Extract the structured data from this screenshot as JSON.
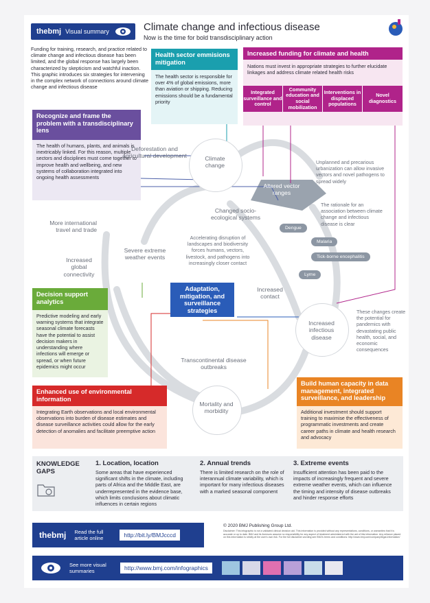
{
  "header": {
    "brand": "thebmj",
    "visual_summary": "Visual summary",
    "title": "Climate change and infectious disease",
    "subtitle": "Now is the time for bold transdisciplinary action"
  },
  "intro": "Funding for training, research, and practice related to climate change and infectious disease has been limited, and the global response has largely been characterized by skepticism and watchful inaction. This graphic introduces six strategies for intervening in the complex network of connections around climate change and infectious disease",
  "health_sector": {
    "title": "Health sector emmisions mitigation",
    "body": "The health sector is responsible for over 4% of global emissions, more than aviation or shipping. Reducing emissions should be a fundamental priority"
  },
  "funding": {
    "title": "Increased funding for climate and health",
    "body": "Nations must invest in appropriate strategies to further elucidate linkages and address climate related health risks",
    "items": [
      "Integrated surveillance and control",
      "Community education and social mobilization",
      "Interventions in displaced populations",
      "Novel diagnostics"
    ]
  },
  "recognize": {
    "title": "Recognize and frame the problem with a transdisciplinary lens",
    "body": "The health of humans, plants, and animals is inextricably linked. For this reason, multiple sectors and disciplines must come together to improve health and wellbeing, and new systems of collaboration integrated into ongoing health assessments"
  },
  "diagram": {
    "deforestation": "Deforestation and agricultural development",
    "climate_change": "Climate change",
    "urbanization": "Unplanned and precarious urbanization can allow invasive vectors and novel pathogens to spread widely",
    "altered_vector": "Altered vector ranges",
    "changed_socio": "Changed socio-ecological systems",
    "more_travel": "More international travel and trade",
    "severe_weather": "Severe extreme weather events",
    "increased_connectivity": "Increased global connectivity",
    "accelerating": "Accelerating disruption of landscapes and biodiversity forces humans, vectors, livestock, and pathogens into increasingly closer contact",
    "increased_contact": "Increased contact",
    "rationale": "The rationale for an association between climate change and infectious disease is clear",
    "diseases": [
      "Dengue",
      "Malaria",
      "Tick-borne encephalitis",
      "Lyme"
    ],
    "increased_disease": "Increased infectious disease",
    "changes_text": "These changes create the potential for pandemics with devastating public health, social, and economic consequences",
    "transcontinental": "Transcontinental disease outbreaks",
    "mortality": "Mortality and morbidity"
  },
  "adaptation": {
    "title": "Adaptation, mitigation, and surveillance strategies"
  },
  "decision": {
    "title": "Decision support analytics",
    "body": "Predictive modeling and early warning systems that integrate seasonal climate forecasts have the potential to assist decision makers in understanding where infections will emerge or spread, or when future epidemics might occur"
  },
  "enhanced": {
    "title": "Enhanced use of environmental information",
    "body": "Integrating Earth observations and local environmental observations into burden of disease estimates and disease surveillance activities could allow for the early detection of anomalies and facilitate preemptive action"
  },
  "capacity": {
    "title": "Build human capacity in data management, integrated surveillance, and leadership",
    "body": "Additional investment should support training to maximise the effectiveness of programmatic investments and create career paths in climate and health research and advocacy"
  },
  "gaps": {
    "label": "KNOWLEDGE GAPS",
    "items": [
      {
        "title": "1. Location, location",
        "body": "Some areas that have experienced significant shifts in the climate, including parts of Africa and the Middle East, are underrepresented in the evidence base, which limits conclusions about climatic influences in certain regions"
      },
      {
        "title": "2. Annual trends",
        "body": "There is limited research on the role of interannual climate variability, which is important for many infectious diseases with a marked seasonal component"
      },
      {
        "title": "3. Extreme events",
        "body": "Insufficient attention has been paid to the impacts of increasingly frequent and severe extreme weather events, which can influence the timing and intensity of disease outbreaks and hinder response efforts"
      }
    ]
  },
  "footer": {
    "brand": "thebmj",
    "read_full": "Read the full article online",
    "article_url": "http://bit.ly/BMJcccd",
    "copyright": "© 2020 BMJ Publishing Group Ltd.",
    "disclaimer": "Disclaimer: This infographic is not a validated clinical decision aid. This information is provided without any representations, conditions, or warranties that it is accurate or up to date. BMJ and its licensors assume no responsibility for any aspect of treatment administered with the aid of this information. Any reliance placed on this information is strictly at the user's own risk. For the full disclaimer wording see BMJ's terms and conditions: http://www.bmj.com/company/legal-information/",
    "see_more": "See more visual summaries",
    "infographics_url": "http://www.bmj.com/infographics"
  },
  "colors": {
    "navy": "#1f3f8f",
    "teal": "#1a9fae",
    "magenta": "#b0238a",
    "purple": "#6a4f9e",
    "green": "#6aab3a",
    "blue": "#2a5cb8",
    "red": "#d62a2a",
    "orange": "#e98424"
  }
}
